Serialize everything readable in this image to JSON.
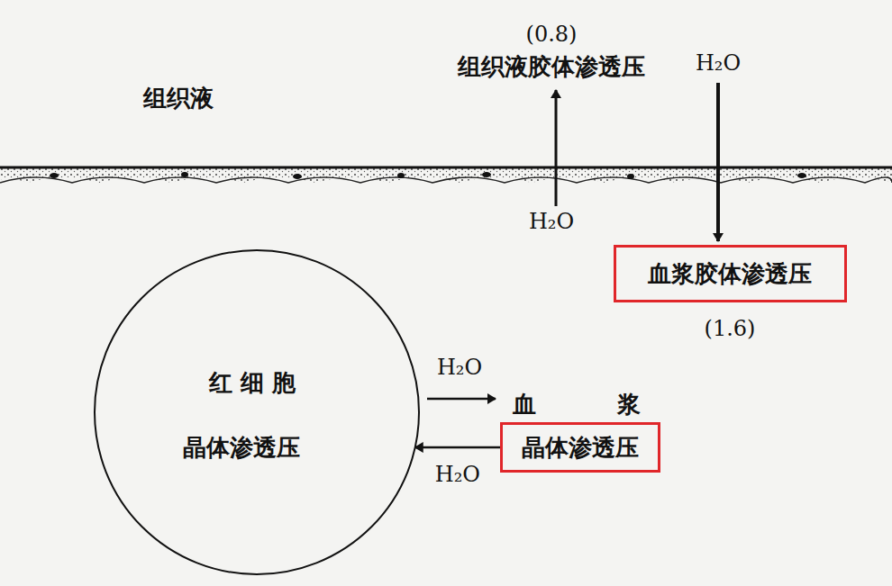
{
  "diagram": {
    "nodes": [
      {
        "text": [
          "血浆胶体渗透压"
        ]
      },
      {
        "text": [
          "红 细 胞",
          "晶体渗透压"
        ]
      },
      {
        "text": [
          "晶体渗透压"
        ]
      }
    ],
    "edges": [
      {
        "from": 2,
        "to": 1,
        "arrow": "to",
        "label": "H₂O"
      }
    ],
    "labels": [
      "组织液",
      "(0.8)",
      "组织液胶体渗透压",
      "H₂O",
      "H₂O",
      "(1.6)",
      "H₂O",
      "血 浆"
    ]
  }
}
